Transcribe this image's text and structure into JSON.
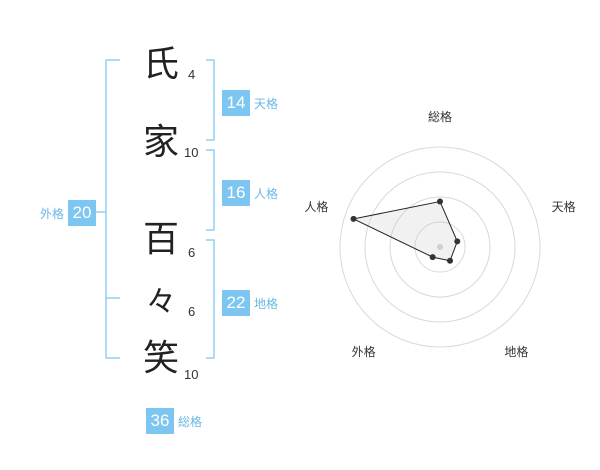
{
  "name": {
    "surname": [
      {
        "char": "氏",
        "strokes": "4"
      },
      {
        "char": "家",
        "strokes": "10"
      }
    ],
    "given": [
      {
        "char": "百",
        "strokes": "6"
      },
      {
        "char": "々",
        "strokes": "6"
      },
      {
        "char": "笑",
        "strokes": "10"
      }
    ]
  },
  "kakusu": {
    "tenkaku": {
      "value": "14",
      "label": "天格"
    },
    "jinkaku": {
      "value": "16",
      "label": "人格"
    },
    "chikaku": {
      "value": "22",
      "label": "地格"
    },
    "gaikaku": {
      "value": "20",
      "label": "外格"
    },
    "soukaku": {
      "value": "36",
      "label": "総格"
    }
  },
  "radar": {
    "axes": [
      "総格",
      "天格",
      "地格",
      "外格",
      "人格"
    ],
    "values": [
      2.0,
      0.8,
      0.75,
      0.55,
      4.0
    ],
    "max": 4.4,
    "rings": 4
  },
  "colors": {
    "accent": "#7ec6f2",
    "label": "#6ab7e6",
    "bracket": "#8fd0f5"
  }
}
